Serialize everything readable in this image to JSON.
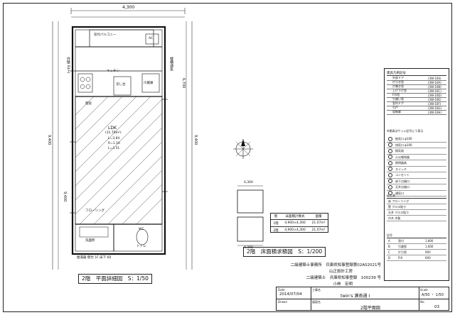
{
  "plan": {
    "dim_top": "4,300",
    "dim_side_left": "9,400",
    "dim_side_right": "9,400",
    "dim_inner_left": "9,400",
    "dim_inner_right": "6,700",
    "wall_left": "外壁 GL上",
    "wall_right": "縦横通気",
    "label_balcony": "窓付バルコニー",
    "label_ac": "AC",
    "label_kitchen": "キッチン",
    "label_fridge": "冷蔵庫",
    "label_sink": "流し台",
    "label_stair": "階段",
    "label_ldk": "LDK",
    "label_ldk_area": "(31.79m²)",
    "label_ldk_specs": [
      "L=3,64",
      "R=1.16",
      "L=3.51"
    ],
    "label_floor": "フローリング",
    "label_toilet": "WC",
    "label_washroom": "洗面所",
    "note_bottom": "給湯器 壁付 1F 床下 60",
    "room_note_wc": "トイレ",
    "title": "2階　平面詳細図　S：1/50"
  },
  "site": {
    "dim_top": "4,300",
    "dim_bottom": "4,300",
    "area_table": {
      "header": [
        "階",
        "床面積計算式",
        "面積"
      ],
      "rows": [
        [
          "1階",
          "4,900×4,300",
          "21.07m²"
        ],
        [
          "2階",
          "4,900×4,300",
          "21.07m²"
        ]
      ]
    },
    "title": "2階　床面積求積図　S：1/200",
    "office_lines": [
      "二級建築士事務所　兵庫県知事登録第02A02021号",
      "山正設計工房",
      "二級建築士　兵庫県知事登録　100239 号",
      "小林　宏明"
    ]
  },
  "legend": {
    "header": "建具凡例記号",
    "rows": [
      [
        "外部ドア",
        "(3W-10S)"
      ],
      [
        "片引き窓",
        "(3W-10A)"
      ],
      [
        "片開き窓",
        "(3W-10B)"
      ],
      [
        "上げ下げ窓",
        "(3W-10C)"
      ],
      [
        "FIX窓",
        "(3W-10D)"
      ],
      [
        "引違い窓",
        "(3W-10E)"
      ],
      [
        "室内ドア",
        "(3W-10F)"
      ],
      [
        "引戸",
        "(3W-10G)"
      ],
      [
        "収納扉",
        "(3W-10H)"
      ]
    ],
    "note": "※建具はサッシ記号にて表示",
    "symbols": [
      "給気口 φ100",
      "排気口 φ100",
      "換気扇",
      "火災報知器",
      "照明器具",
      "スイッチ",
      "コンセント",
      "床下点検口",
      "天井点検口",
      "通気口"
    ],
    "finish_header": "仕上表",
    "finish_rows": [
      "床 フローリング",
      "壁 クロス貼り",
      "天井 クロス貼り",
      "巾木 木製"
    ],
    "bottom_header": "記号",
    "bottom_rows": [
      [
        "A",
        "窓付",
        "1,800"
      ],
      [
        "B",
        "引違窓",
        "1,600"
      ],
      [
        "C",
        "片引窓",
        "900"
      ],
      [
        "D",
        "FIX",
        "600"
      ]
    ]
  },
  "titleblock": {
    "date_label": "Date",
    "date": "2014/07/04",
    "project_label": "工事名",
    "project": "twin's 瀬南通 I",
    "scale_label": "Scale",
    "scale": "A/50 ・ 1/50",
    "drawn_label": "Drawn",
    "drawing_label": "図面名",
    "drawing": "2階平面図",
    "no_label": "No.",
    "no": "03"
  }
}
